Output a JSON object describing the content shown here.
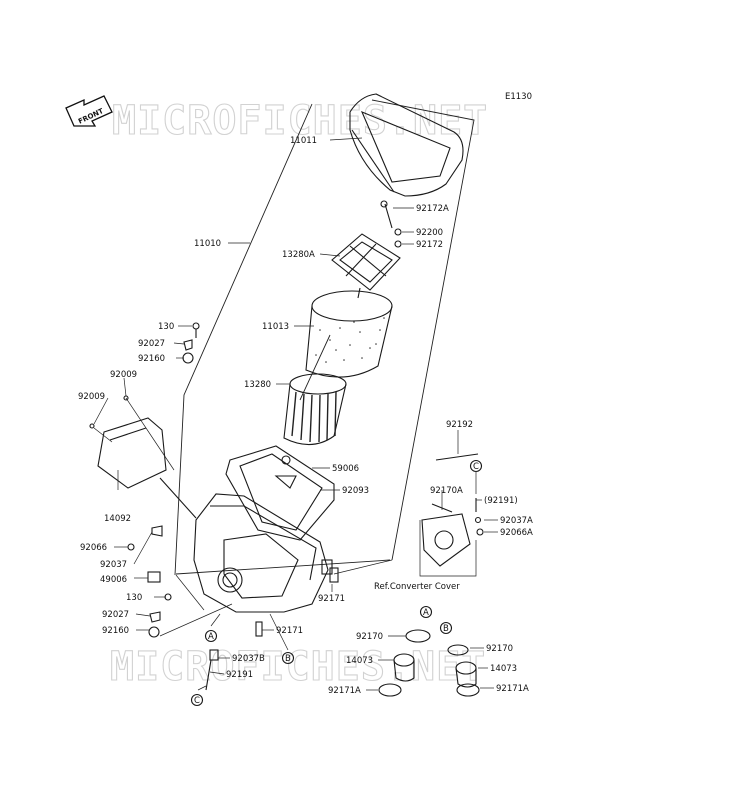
{
  "diagram": {
    "code": "E1130",
    "front_label": "FRONT",
    "watermark": "MICROFICHES.NET",
    "ref_note": "Ref.Converter Cover",
    "parts": [
      "11011",
      "92172A",
      "92200",
      "92172",
      "13280A",
      "11010",
      "11013",
      "130",
      "92027",
      "92160",
      "92009",
      "92009",
      "13280",
      "92192",
      "59006",
      "92093",
      "92170A",
      "(92191)",
      "14092",
      "92037A",
      "92066A",
      "92066",
      "92037",
      "49006",
      "130",
      "92027",
      "92160",
      "92171",
      "92171",
      "92037B",
      "92191",
      "92170",
      "92170",
      "14073",
      "14073",
      "92171A",
      "92171A"
    ],
    "markers": [
      "C",
      "A",
      "B",
      "A",
      "B",
      "C"
    ]
  }
}
